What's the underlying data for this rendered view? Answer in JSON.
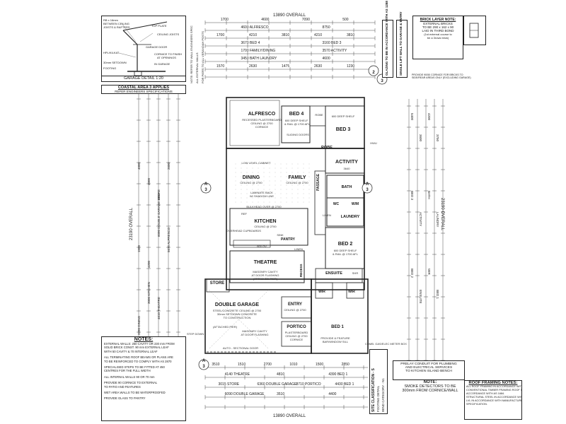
{
  "garage_detail": {
    "labels": [
      "RB x 16mm",
      "BETWEEN CEILING",
      "JOISTS & RAFTERS",
      "TOP PLATE",
      "CEILING JOISTS",
      "GARAGE DOOR",
      "HPL/KILKAT",
      "CORNICE TO FINISH",
      "AT OPENINGS",
      "30mm SETDOWN",
      "IN GARAGE",
      "FOOTING"
    ],
    "title": "GARAGE DETAIL 1:20"
  },
  "coastal_note": {
    "line1": "COASTAL AREA 3 APPLIES",
    "line2": "REFER ENGINEERS SPECIFICATIONS"
  },
  "brick_note": {
    "title": "BRICK LAYER NOTE:",
    "lines": [
      "EXTERNAL BRICKS",
      "TO BE 290 x 162 x 90",
      "LAID IN THIRD BOND",
      "(1st external course to",
      "be a 3rows brick)"
    ]
  },
  "glazing_note": "GLAZING TO BE IN ACCORDANCE WITH AS 1288",
  "single_lift_note": "SINGLE LIFT WALL TO GARAGE & ENTRY",
  "cornice_note": "PROVIDE 90/50 CORNICE FOR BRICKS TO SIDE/REAR AREAS ONLY (EXCLUDING GARAGE)",
  "vertical_notes": [
    "NOTE: REFER TO WALL ENGINEERS SPEC",
    "ALL EXTERNAL WALLS",
    "FOR PIERS TO ALL VERANDAH POSTS"
  ],
  "overall": {
    "top": "13890 OVERALL",
    "bottom": "13890 OVERALL",
    "left": "23190 OVERALL",
    "right": "23190 OVERALL"
  },
  "top_dims": {
    "row1": [
      "1700",
      "4600",
      "7090",
      "500"
    ],
    "row2": [
      "4600 ALFRESCO",
      "8750"
    ],
    "row3": [
      "1700",
      "4210",
      "3810",
      "4210",
      "3810"
    ],
    "row4": [
      "3670 BED 4",
      "3160 BED 3"
    ],
    "row5": [
      "1700 FAMILY/DINING",
      "3570 ACTIVITY"
    ],
    "row6": [
      "3450 BATH LAUNDRY",
      "4600"
    ],
    "row7": [
      "1570",
      "2630",
      "1475",
      "2630",
      "1230"
    ]
  },
  "bottom_dims": {
    "row1": [
      "3510",
      "1510",
      "2700",
      "1010",
      "1500",
      "2850"
    ],
    "row2": [
      "4140 THEATRE",
      "4810",
      "4390 BED 1"
    ],
    "row3": [
      "3015 STORE",
      "6360 DOUBLE GARAGE",
      "8710 PORTICO",
      "4430 BED 1"
    ],
    "row4": [
      "6090 DOUBLE GARAGE",
      "3510",
      "4400"
    ]
  },
  "left_dims": [
    "4000",
    "4000",
    "1500",
    "2600",
    "1500",
    "4200",
    "6090 DOUBLE GARAGE STORE",
    "5675 ALFRESCO",
    "3390 DINING",
    "3000 KITCHEN",
    "4610 THEATRE"
  ],
  "right_dims": [
    "5400",
    "3600",
    "4200",
    "3750",
    "BED 3",
    "ACTIVITY",
    "BATH",
    "LAUNDRY",
    "BED 2",
    "ENSUITE",
    "WIR",
    "BED 1"
  ],
  "rooms": {
    "alfresco": {
      "name": "ALFRESCO",
      "sub": [
        "RECESSED PLASTERBOARD",
        "CEILING @ 2700",
        "CORNICE"
      ]
    },
    "bed4": {
      "name": "BED 4",
      "sub": [
        "600 DEEP SHELF",
        "& RAIL @ 1700 AFL"
      ]
    },
    "bed3": {
      "name": "BED 3",
      "sub": [
        "600 DEEP SHELF"
      ]
    },
    "robe_top": "ROBE",
    "robe_mid": "ROBE",
    "sliding": "SLIDING DOORS",
    "activity": {
      "name": "ACTIVITY",
      "sub": [
        "3640"
      ]
    },
    "dining": {
      "name": "DINING",
      "sub": [
        "CEILING @ 2700"
      ]
    },
    "family": {
      "name": "FAMILY",
      "sub": [
        "CEILING @ 2700"
      ]
    },
    "family_extra": [
      "LAMINATE BACK",
      "W/ SHADOW LINE",
      "BULKHEAD OVER @ 2700"
    ],
    "low_level": "LOW LEVEL CABINET",
    "kitchen": {
      "name": "KITCHEN",
      "sub": [
        "CEILING @ 2700"
      ]
    },
    "kitchen_items": [
      "REF",
      "SINK",
      "OVERHEAD CUPBOARDS",
      "PANTRY",
      "600 OV",
      "LINEN"
    ],
    "passage": "PASSAGE",
    "bath": "BATH",
    "wc": "WC",
    "wm": "W/M",
    "laundry": "LAUNDRY",
    "linen": "LINEN",
    "bed2": {
      "name": "BED 2",
      "sub": [
        "600 DEEP SHELF",
        "& RAIL @ 1700 AFL"
      ]
    },
    "theatre": {
      "name": "THEATRE",
      "sub": [
        "MASONRY CAVITY",
        "AT DOOR FLASHING",
        "(ATTACHED PIER)"
      ]
    },
    "recess": "RECESS",
    "store": "STORE",
    "double_garage": {
      "name": "DOUBLE GARAGE",
      "sub": [
        "STEEL/CONCRETE CEILING @ 2700",
        "30mm SETDOWN CONCRETE",
        "TO CONSTRUCTION",
        "(ATTACHED PIER)",
        "MASONRY CAVITY",
        "AT DOOR FLASHING"
      ]
    },
    "entry": {
      "name": "ENTRY",
      "sub": [
        "CEILING @ 2700"
      ]
    },
    "portico": {
      "name": "PORTICO",
      "sub": [
        "PLASTERBOARD",
        "CEILING @ 2700",
        "CORNICE"
      ]
    },
    "ensuite": "ENSUITE",
    "wir1": "WIR",
    "wir2": "WIR",
    "bed1": {
      "name": "BED 1",
      "sub": [
        "PROVIDE & FEATURE",
        "BAR/WINDOW SILL"
      ]
    },
    "shower": "SHR",
    "garage_door": "AUTO - SECTIONAL DOOR",
    "step_down": "STEP DOWN",
    "gas_meter": "COMB. GAS/ELEC METER BOX",
    "hw": "HWU"
  },
  "section_markers": [
    "A",
    "3",
    "A",
    "3",
    "A",
    "3",
    "3",
    "2"
  ],
  "notes_left": {
    "title": "NOTES:",
    "lines": [
      "EXTERNAL WALLS: 250 CAVITY OR 230 mm FROM",
      "SOLID BRICK CONST. 90 mm EXTERNAL LEAF",
      "WITH 50 CAVITY & 70 INTERNAL LEAF",
      "",
      "ALL TERMINATING ROOF BEAMS OR PLANS ARE",
      "TO BE REINFORCED TO COMPLY WITH AS 2870",
      "",
      "SPECIALISED STEPS TO BE FITTED AT 450",
      "CENTRES FOR THE FULL WIDTH",
      "",
      "ALL INTERNAL WALLS 90 OR 70 mm",
      "",
      "PROVIDE 90 CORNICE TO EXTERNAL",
      "TO PATIO AND FEATURES",
      "",
      "WET AREA WALLS TO BE WATERPROOFED",
      "",
      "PROVIDE GLASS TO PANTRY"
    ]
  },
  "site_classification": {
    "title": "SITE CLASSIFICATION - S",
    "lines": [
      "FOOTING DETAIL",
      "WIND CATEGORY - N1"
    ]
  },
  "prelay_note": {
    "lines": [
      "PRELAY CONDUIT FOR PLUMBING",
      "AND ELECTRICAL SERVICES",
      "TO KITCHEN ISLAND BENCH"
    ]
  },
  "smoke_note": {
    "title": "NOTE:",
    "lines": [
      "SMOKE DETECTORS TO BE",
      "300mm FROM CORNICE/WALL"
    ]
  },
  "roof_notes": {
    "title": "ROOF FRAMING NOTES:",
    "lines": [
      "ALL ROOF FRAMING IN ACCORDANCE WITH AS 1684.",
      "CONVENTIONAL TIMBER FRAMING ROOF IN",
      "ACCORDANCE WITH AS 1684.",
      "STRUCTURAL STEEL IN ACCORDANCE WITH AS 4100.",
      "LVL IN ACCORDANCE WITH MANUFACTURERS",
      "SPECIFICATION."
    ]
  }
}
